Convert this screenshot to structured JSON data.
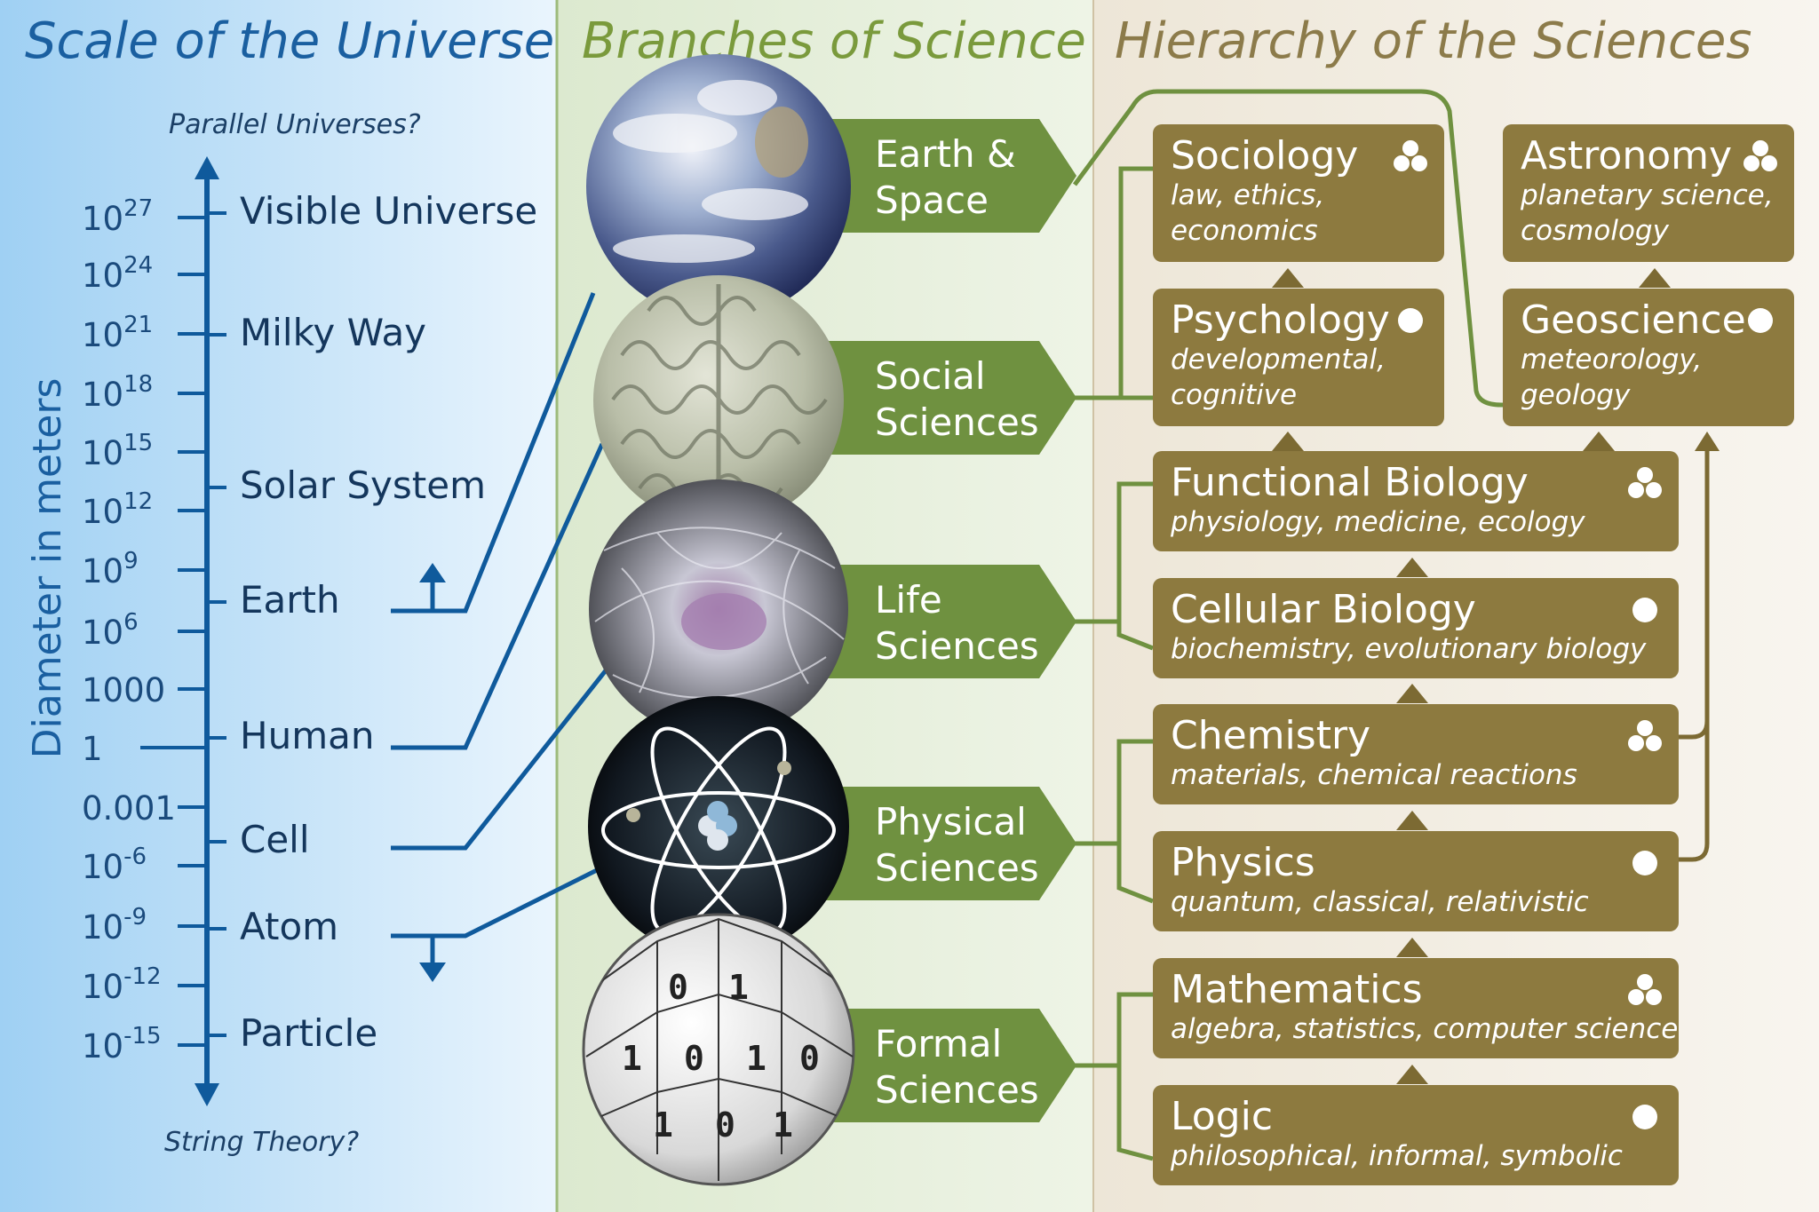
{
  "scale": {
    "title": "Scale of the Universe",
    "top_note": "Parallel Universes?",
    "bottom_note": "String Theory?",
    "axis_label": "Diameter in meters",
    "ticks": [
      {
        "base": "10",
        "exp": "27"
      },
      {
        "base": "10",
        "exp": "24"
      },
      {
        "base": "10",
        "exp": "21"
      },
      {
        "base": "10",
        "exp": "18"
      },
      {
        "base": "10",
        "exp": "15"
      },
      {
        "base": "10",
        "exp": "12"
      },
      {
        "base": "10",
        "exp": "9"
      },
      {
        "base": "10",
        "exp": "6"
      },
      {
        "base": "1000",
        "exp": ""
      },
      {
        "base": "1",
        "exp": ""
      },
      {
        "base": "0.001",
        "exp": ""
      },
      {
        "base": "10",
        "exp": "-6"
      },
      {
        "base": "10",
        "exp": "-9"
      },
      {
        "base": "10",
        "exp": "-12"
      },
      {
        "base": "10",
        "exp": "-15"
      }
    ],
    "objects": [
      "Visible Universe",
      "Milky Way",
      "Solar System",
      "Earth",
      "Human",
      "Cell",
      "Atom",
      "Particle"
    ]
  },
  "branches": {
    "title": "Branches of Science",
    "items": [
      {
        "line1": "Earth &",
        "line2": "Space",
        "image": "earth-globe"
      },
      {
        "line1": "Social",
        "line2": "Sciences",
        "image": "brain"
      },
      {
        "line1": "Life",
        "line2": "Sciences",
        "image": "cell"
      },
      {
        "line1": "Physical",
        "line2": "Sciences",
        "image": "atom"
      },
      {
        "line1": "Formal",
        "line2": "Sciences",
        "image": "binary-sphere"
      }
    ]
  },
  "hierarchy": {
    "title": "Hierarchy of the Sciences",
    "boxes": [
      {
        "title": "Sociology",
        "sub1": "law, ethics,",
        "sub2": "economics",
        "icon": "three-dots-icon"
      },
      {
        "title": "Psychology",
        "sub1": "developmental,",
        "sub2": "cognitive",
        "icon": "dot-icon"
      },
      {
        "title": "Astronomy",
        "sub1": "planetary science,",
        "sub2": "cosmology",
        "icon": "three-dots-icon"
      },
      {
        "title": "Geoscience",
        "sub1": "meteorology,",
        "sub2": "geology",
        "icon": "dot-icon"
      },
      {
        "title": "Functional Biology",
        "sub1": "physiology, medicine, ecology",
        "sub2": "",
        "icon": "three-dots-icon"
      },
      {
        "title": "Cellular Biology",
        "sub1": "biochemistry, evolutionary biology",
        "sub2": "",
        "icon": "dot-icon"
      },
      {
        "title": "Chemistry",
        "sub1": "materials, chemical reactions",
        "sub2": "",
        "icon": "three-dots-icon"
      },
      {
        "title": "Physics",
        "sub1": "quantum, classical, relativistic",
        "sub2": "",
        "icon": "dot-icon"
      },
      {
        "title": "Mathematics",
        "sub1": "algebra, statistics, computer science",
        "sub2": "",
        "icon": "three-dots-icon"
      },
      {
        "title": "Logic",
        "sub1": "philosophical, informal, symbolic",
        "sub2": "",
        "icon": "dot-icon"
      }
    ]
  },
  "colors": {
    "scale_blue": "#0f5a9c",
    "branch_green": "#6f9140",
    "hierarchy_brown": "#8d7a3f",
    "branch_title_green": "#7a9a3c",
    "hierarchy_title_brown": "#8c7b4a"
  }
}
